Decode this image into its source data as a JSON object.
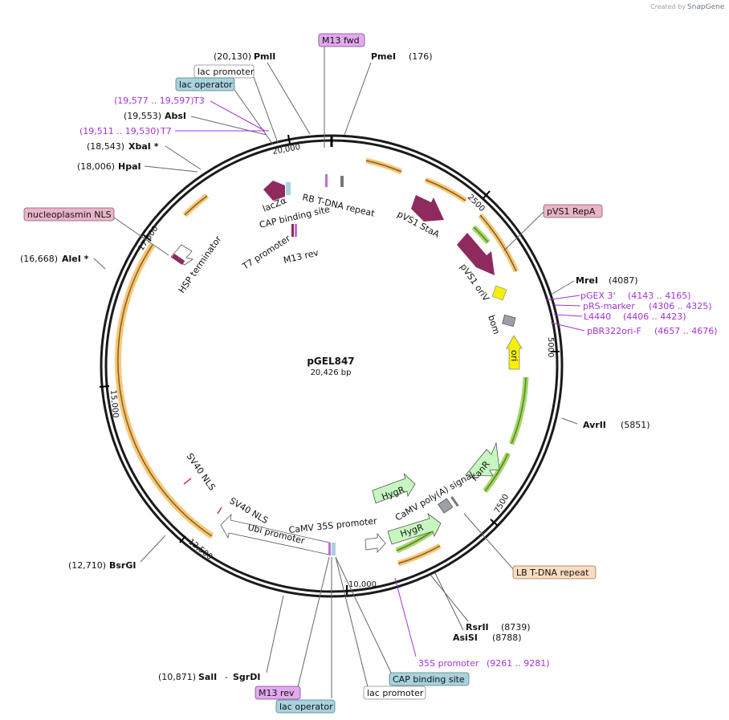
{
  "credit": {
    "prefix": "Created by",
    "brand": "SnapGene"
  },
  "plasmid": {
    "name": "pGEL847",
    "size": "20,426 bp"
  },
  "ticks": [
    "2500",
    "5000",
    "7500",
    "10,000",
    "12,500",
    "15,000",
    "17,500",
    "20,000"
  ],
  "sites": {
    "pmli": {
      "pos": "(20,130)",
      "name": "PmlI"
    },
    "pmei": {
      "name": "PmeI",
      "pos": "(176)"
    },
    "absi": {
      "pos": "(19,553)",
      "name": "AbsI"
    },
    "xbai": {
      "pos": "(18,543)",
      "name": "XbaI *"
    },
    "hpai": {
      "pos": "(18,006)",
      "name": "HpaI"
    },
    "alei": {
      "pos": "(16,668)",
      "name": "AleI *"
    },
    "mrei": {
      "name": "MreI",
      "pos": "(4087)"
    },
    "avrii": {
      "name": "AvrII",
      "pos": "(5851)"
    },
    "rsrii": {
      "name": "RsrII",
      "pos": "(8739)"
    },
    "asisi": {
      "name": "AsiSI",
      "pos": "(8788)"
    },
    "bsrgi": {
      "pos": "(12,710)",
      "name": "BsrGI"
    },
    "sali": {
      "pos": "(10,871)",
      "name": "SalI",
      "sep": "-",
      "name2": "SgrDI"
    }
  },
  "primers": {
    "t3": {
      "range": "(19,577 .. 19,597)",
      "name": "T3"
    },
    "t7": {
      "range": "(19,511 .. 19,530)",
      "name": "T7"
    },
    "pgex3": {
      "name": "pGEX 3'",
      "range": "(4143 .. 4165)"
    },
    "prs": {
      "name": "pRS-marker",
      "range": "(4306 .. 4325)"
    },
    "l4440": {
      "name": "L4440",
      "range": "(4406 .. 4423)"
    },
    "pbr322": {
      "name": "pBR322ori-F",
      "range": "(4657 .. 4676)"
    },
    "p35s": {
      "name": "35S promoter",
      "range": "(9261 .. 9281)"
    }
  },
  "boxed": {
    "m13fwd": "M13 fwd",
    "lac_promoter_top": "lac promoter",
    "lac_operator_top": "lac operator",
    "nucleoplasmin": "nucleoplasmin NLS",
    "pvs1repa": "pVS1 RepA",
    "lb_repeat": "LB T-DNA repeat",
    "cap_site_bottom": "CAP binding site",
    "lac_promoter_bottom": "lac promoter",
    "m13rev": "M13 rev",
    "lac_operator_bottom": "lac operator"
  },
  "features": {
    "rb_repeat": "RB T-DNA repeat",
    "lacza": "lacZα",
    "cap_site": "CAP binding site",
    "t7_promoter": "T7 promoter",
    "m13_rev": "M13 rev",
    "hsp_term": "HSP terminator",
    "pvs1_staa": "pVS1 StaA",
    "pvs1_oriv": "pVS1 oriV",
    "bom": "bom",
    "ori": "ori",
    "kanr": "KanR",
    "hygr1": "HygR",
    "hygr2": "HygR",
    "camv_polya": "CaMV poly(A) signal",
    "camv_35s": "CaMV 35S promoter",
    "ubi_promoter": "Ubi promoter",
    "sv40_nls_1": "SV40 NLS",
    "sv40_nls_2": "SV40 NLS"
  },
  "colors": {
    "backbone": "#1a1a1a",
    "orf_fill": "#f5c878",
    "orf_arrow": "#8a5a20",
    "green_orf": "#a8d56a",
    "green_arrow": "#4d8a1d",
    "magenta": "#8e2a5e",
    "yellow": "#f5f000",
    "gray": "#9ca0a8",
    "light_green": "#c6f7c0",
    "purple_text": "#a531d8",
    "violet_box": "#e3a9ef",
    "blue_box": "#a8d2de",
    "pink_box": "#e9b4c8",
    "peach_box": "#fbdcc0"
  }
}
